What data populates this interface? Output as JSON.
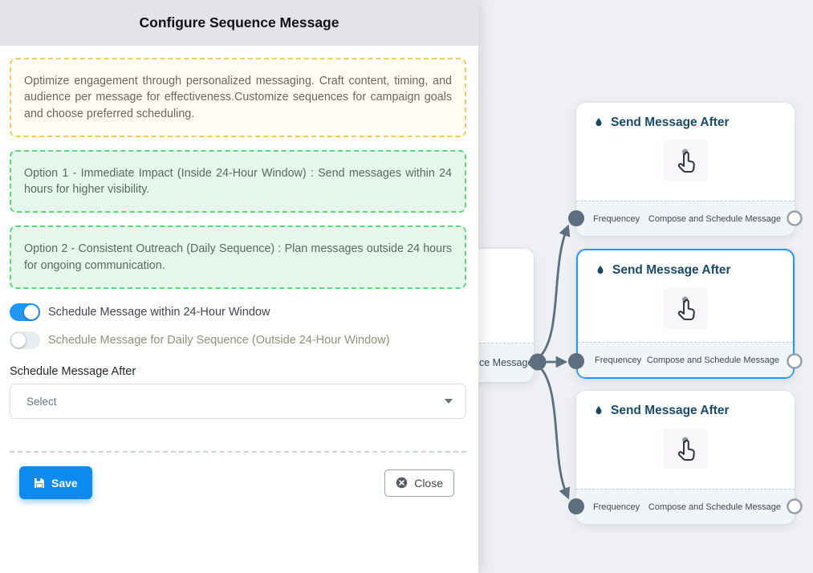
{
  "panel": {
    "title": "Configure Sequence Message",
    "info_box": "Optimize engagement through personalized messaging. Craft content, timing, and audience per message for effectiveness.Customize sequences for campaign goals and choose preferred scheduling.",
    "option1": "Option 1 - Immediate Impact (Inside 24-Hour Window) : Send messages within 24 hours for higher visibility.",
    "option2": "Option 2 - Consistent Outreach (Daily Sequence) : Plan messages outside 24 hours for ongoing communication.",
    "toggle_24h": {
      "label": "Schedule Message within 24-Hour Window",
      "state": "on"
    },
    "toggle_daily": {
      "label": "Schedule Message for Daily Sequence (Outside 24-Hour Window)",
      "state": "off"
    },
    "schedule_after": {
      "label": "Schedule Message After",
      "value": "Select"
    },
    "save_label": "Save",
    "close_label": "Close"
  },
  "flow": {
    "source_card": {
      "visible_label_fragment": "ce Message"
    },
    "cards": [
      {
        "title": "Send Message After",
        "left_port": "Frequencey",
        "right_port": "Compose and Schedule Message",
        "selected": false
      },
      {
        "title": "Send Message After",
        "left_port": "Frequencey",
        "right_port": "Compose and Schedule Message",
        "selected": true
      },
      {
        "title": "Send Message After",
        "left_port": "Frequencey",
        "right_port": "Compose and Schedule Message",
        "selected": false
      }
    ]
  },
  "icons": {
    "card_title_icon": "droplet-icon",
    "card_body_icon": "hand-pointer-icon",
    "save_icon": "floppy-disk-icon",
    "close_icon": "close-circle-icon",
    "select_icon": "caret-down-icon"
  },
  "colors": {
    "accent_blue": "#2196f3",
    "save_button_blue": "#0d8af0",
    "selected_card_border": "#2196f3",
    "edge_slate": "#5d6e7f",
    "note_yellow_border": "#f3c964",
    "note_green_border": "#5bd977",
    "card_title_navy": "#1b4a66"
  }
}
